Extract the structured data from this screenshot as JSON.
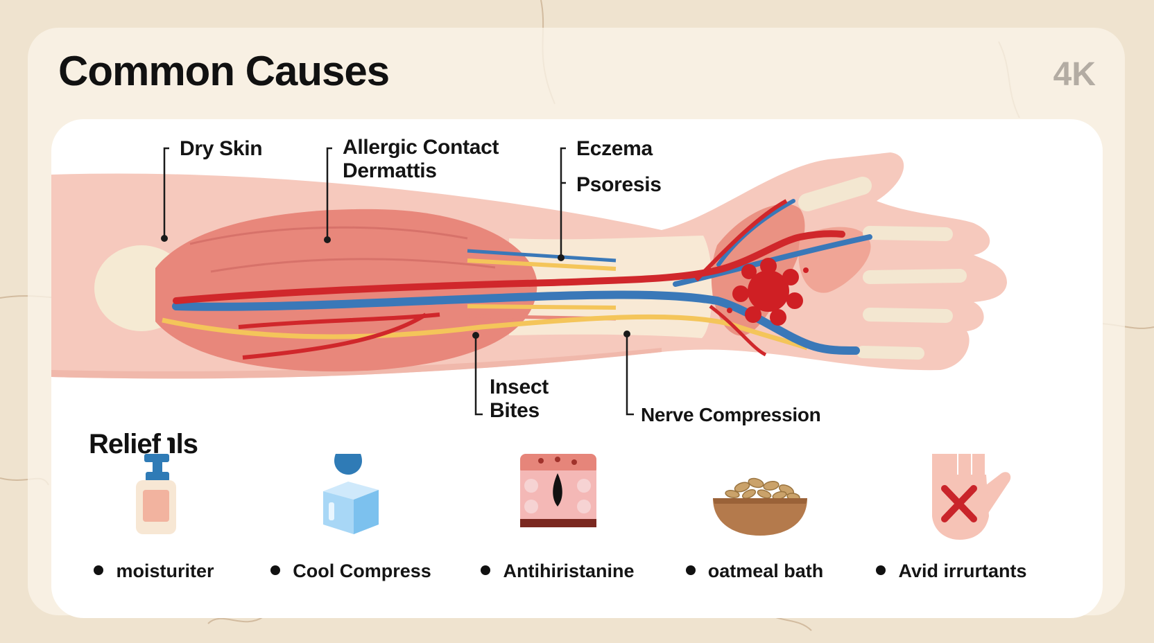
{
  "header": {
    "title": "Common Causes",
    "badge": "4K"
  },
  "causes": [
    {
      "id": "dry-skin",
      "label": "Dry Skin"
    },
    {
      "id": "allergic-contact",
      "label": "Allergic Contact\nDermattis"
    },
    {
      "id": "eczema",
      "label": "Eczema"
    },
    {
      "id": "psoresis",
      "label": "Psoresis"
    },
    {
      "id": "insect-bites",
      "label": "Insect\nBites"
    },
    {
      "id": "nerve-compression",
      "label": "Nerve Compression"
    }
  ],
  "relief": {
    "title": "Relief ℩ls",
    "items": [
      {
        "label": "moisturiter",
        "icon": "lotion-bottle-icon"
      },
      {
        "label": "Cool Compress",
        "icon": "ice-cube-drop-icon"
      },
      {
        "label": "Antihiristanine",
        "icon": "skin-layer-icon"
      },
      {
        "label": "oatmeal bath",
        "icon": "oatmeal-bowl-icon"
      },
      {
        "label": "Avid irrurtants",
        "icon": "hand-x-icon"
      }
    ]
  },
  "colors": {
    "skin": "#f6c9bd",
    "muscle": "#e8877b",
    "bone": "#f6ead2",
    "artery": "#d0272b",
    "vein": "#3a78b8",
    "nerve": "#f4c55a",
    "irritation": "#cf1f24"
  }
}
